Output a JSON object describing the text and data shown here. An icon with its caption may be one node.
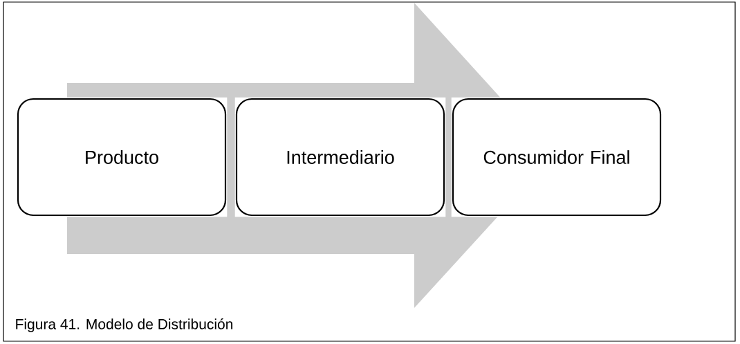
{
  "diagram": {
    "caption": "Figura 41. Modelo de Distribución",
    "nodes": [
      {
        "text": [
          "Producto"
        ]
      },
      {
        "text": [
          "Intermediario"
        ]
      },
      {
        "text": [
          "Consumidor Final"
        ]
      }
    ],
    "edges": [
      {
        "from": 0,
        "to": 2,
        "arrow": "to"
      }
    ]
  }
}
